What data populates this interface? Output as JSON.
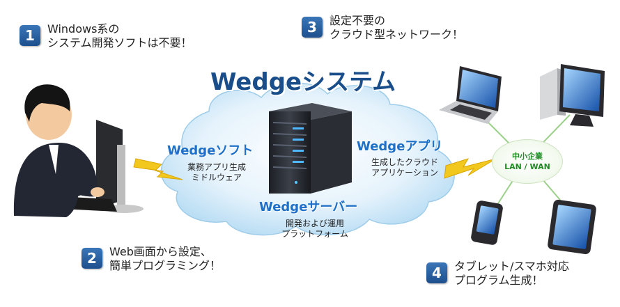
{
  "title": "Wedgeシステム",
  "steps": [
    {
      "num": "1",
      "line1": "Windows系の",
      "line2": "システム開発ソフトは不要！"
    },
    {
      "num": "2",
      "line1": "Web画面から設定、",
      "line2": "簡単プログラミング！"
    },
    {
      "num": "3",
      "line1": "設定不要の",
      "line2": "クラウド型ネットワーク！"
    },
    {
      "num": "4",
      "line1": "タブレット/スマホ対応",
      "line2": "プログラム生成！"
    }
  ],
  "soft": {
    "title": "Wedgeソフト",
    "line1": "業務アプリ生成",
    "line2": "ミドルウェア"
  },
  "app": {
    "title": "Wedgeアプリ",
    "line1": "生成したクラウド",
    "line2": "アプリケーション"
  },
  "server": {
    "title": "Wedgeサーバー",
    "line1": "開発および運用",
    "line2": "プラットフォーム"
  },
  "lan": {
    "line1": "中小企業",
    "line2": "LAN / WAN"
  },
  "colors": {
    "accent": "#1e6fc7",
    "title": "#1a4e8a",
    "badge": "#2a62a3",
    "lan_text": "#238a26",
    "bolt": "#f2c81e"
  }
}
